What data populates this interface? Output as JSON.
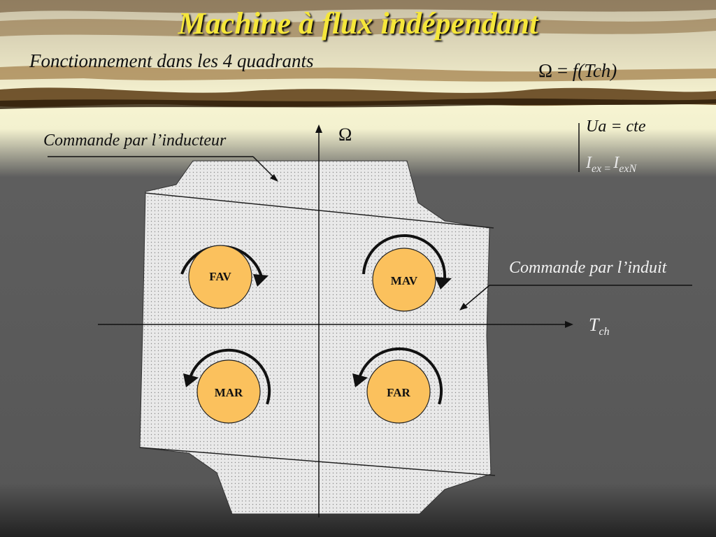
{
  "slide": {
    "title": "Machine à flux indépendant",
    "subtitle": "Fonctionnement dans les 4 quadrants",
    "formula_omega": "Ω = ",
    "formula_func": "f(Tch)"
  },
  "diagram": {
    "label_inductor": "Commande par l’inducteur",
    "label_armature": "Commande par l’induit",
    "axis_y": "Ω",
    "axis_x_main": "T",
    "axis_x_sub": "ch",
    "condition_ua": "Ua = cte",
    "condition_iex_a": "I",
    "condition_iex_a_sub": "ex",
    "condition_iex_eq": " = ",
    "condition_iex_b": "I",
    "condition_iex_b_sub": "exN",
    "quadrants": {
      "fav": "FAV",
      "mav": "MAV",
      "mar": "MAR",
      "far": "FAR"
    }
  },
  "colors": {
    "title": "#f5e63a",
    "circle_fill": "#fbc15d",
    "region_fill": "#e9e9e9",
    "background_dark": "#5b5b5b"
  }
}
